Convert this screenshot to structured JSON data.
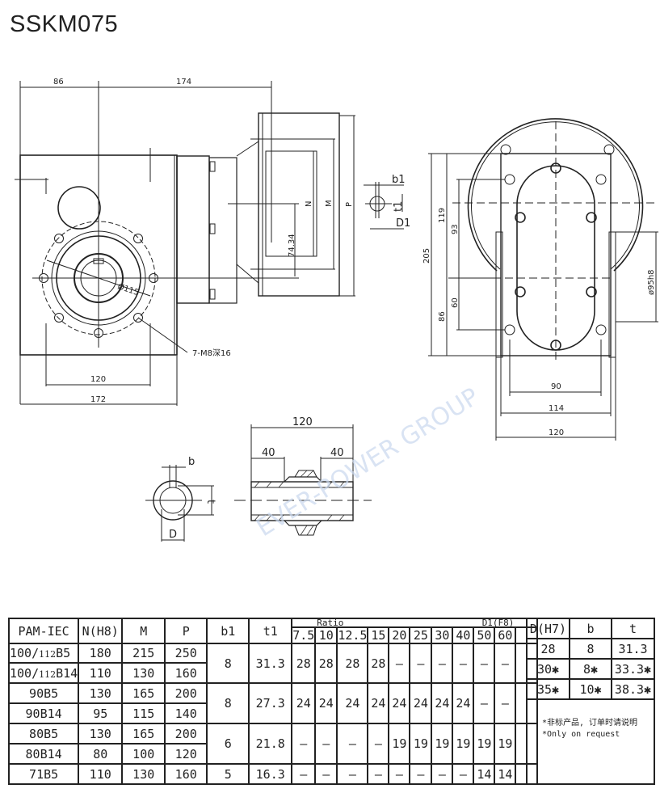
{
  "title": "SSKM075",
  "watermark": "EVER-POWER GROUP",
  "front_view": {
    "dims": {
      "left_offset": "86",
      "length": "174",
      "base_width": "172",
      "bolt_span": "120",
      "pcd": "Ø115",
      "holes": "7-M8深16",
      "flange_height": "74.34",
      "n_label": "N",
      "m_label": "M",
      "p_label": "P"
    },
    "shaft_key": {
      "b1": "b1",
      "t1": "t1",
      "d1": "D1"
    }
  },
  "side_view": {
    "dims": {
      "total_height": "205",
      "upper": "119",
      "inner_upper": "93",
      "lower": "86",
      "inner_lower": "60",
      "spigot": "ø95h8",
      "w_inner": "90",
      "w_mid": "114",
      "w_outer": "120"
    }
  },
  "hollow_shaft": {
    "dims": {
      "length": "120",
      "left_seg": "40",
      "right_seg": "40",
      "b": "b",
      "t": "t",
      "d": "D"
    }
  },
  "main_table": {
    "headers": [
      "PAM-IEC",
      "N(H8)",
      "M",
      "P",
      "b1",
      "t1"
    ],
    "ratio_label": "Ratio",
    "d1_label": "D1(F8)",
    "ratios": [
      "7.5",
      "10",
      "12.5",
      "15",
      "20",
      "25",
      "30",
      "40",
      "50",
      "60"
    ],
    "rows": [
      {
        "pam_a": "100/",
        "pam_b": "112",
        "pam_c": "B5",
        "n": "180",
        "m": "215",
        "p": "250"
      },
      {
        "pam_a": "100/",
        "pam_b": "112",
        "pam_c": "B14",
        "n": "110",
        "m": "130",
        "p": "160"
      },
      {
        "pam": "90B5",
        "n": "130",
        "m": "165",
        "p": "200"
      },
      {
        "pam": "90B14",
        "n": "95",
        "m": "115",
        "p": "140"
      },
      {
        "pam": "80B5",
        "n": "130",
        "m": "165",
        "p": "200"
      },
      {
        "pam": "80B14",
        "n": "80",
        "m": "100",
        "p": "120"
      },
      {
        "pam": "71B5",
        "n": "110",
        "m": "130",
        "p": "160"
      }
    ],
    "groups": [
      {
        "b1": "8",
        "t1": "31.3",
        "d1": [
          "28",
          "28",
          "28",
          "28",
          "—",
          "—",
          "—",
          "—",
          "—",
          "—"
        ]
      },
      {
        "b1": "8",
        "t1": "27.3",
        "d1": [
          "24",
          "24",
          "24",
          "24",
          "24",
          "24",
          "24",
          "24",
          "—",
          "—"
        ]
      },
      {
        "b1": "6",
        "t1": "21.8",
        "d1": [
          "—",
          "—",
          "—",
          "—",
          "19",
          "19",
          "19",
          "19",
          "19",
          "19"
        ]
      },
      {
        "b1": "5",
        "t1": "16.3",
        "d1": [
          "—",
          "—",
          "—",
          "—",
          "—",
          "—",
          "—",
          "—",
          "14",
          "14"
        ]
      }
    ]
  },
  "side_table": {
    "headers": [
      "D(H7)",
      "b",
      "t"
    ],
    "rows": [
      [
        "28",
        "8",
        "31.3"
      ],
      [
        "30✱",
        "8✱",
        "33.3✱"
      ],
      [
        "35✱",
        "10✱",
        "38.3✱"
      ]
    ],
    "note_cn": "*非标产品, 订单时请说明",
    "note_en": "*Only on request"
  }
}
